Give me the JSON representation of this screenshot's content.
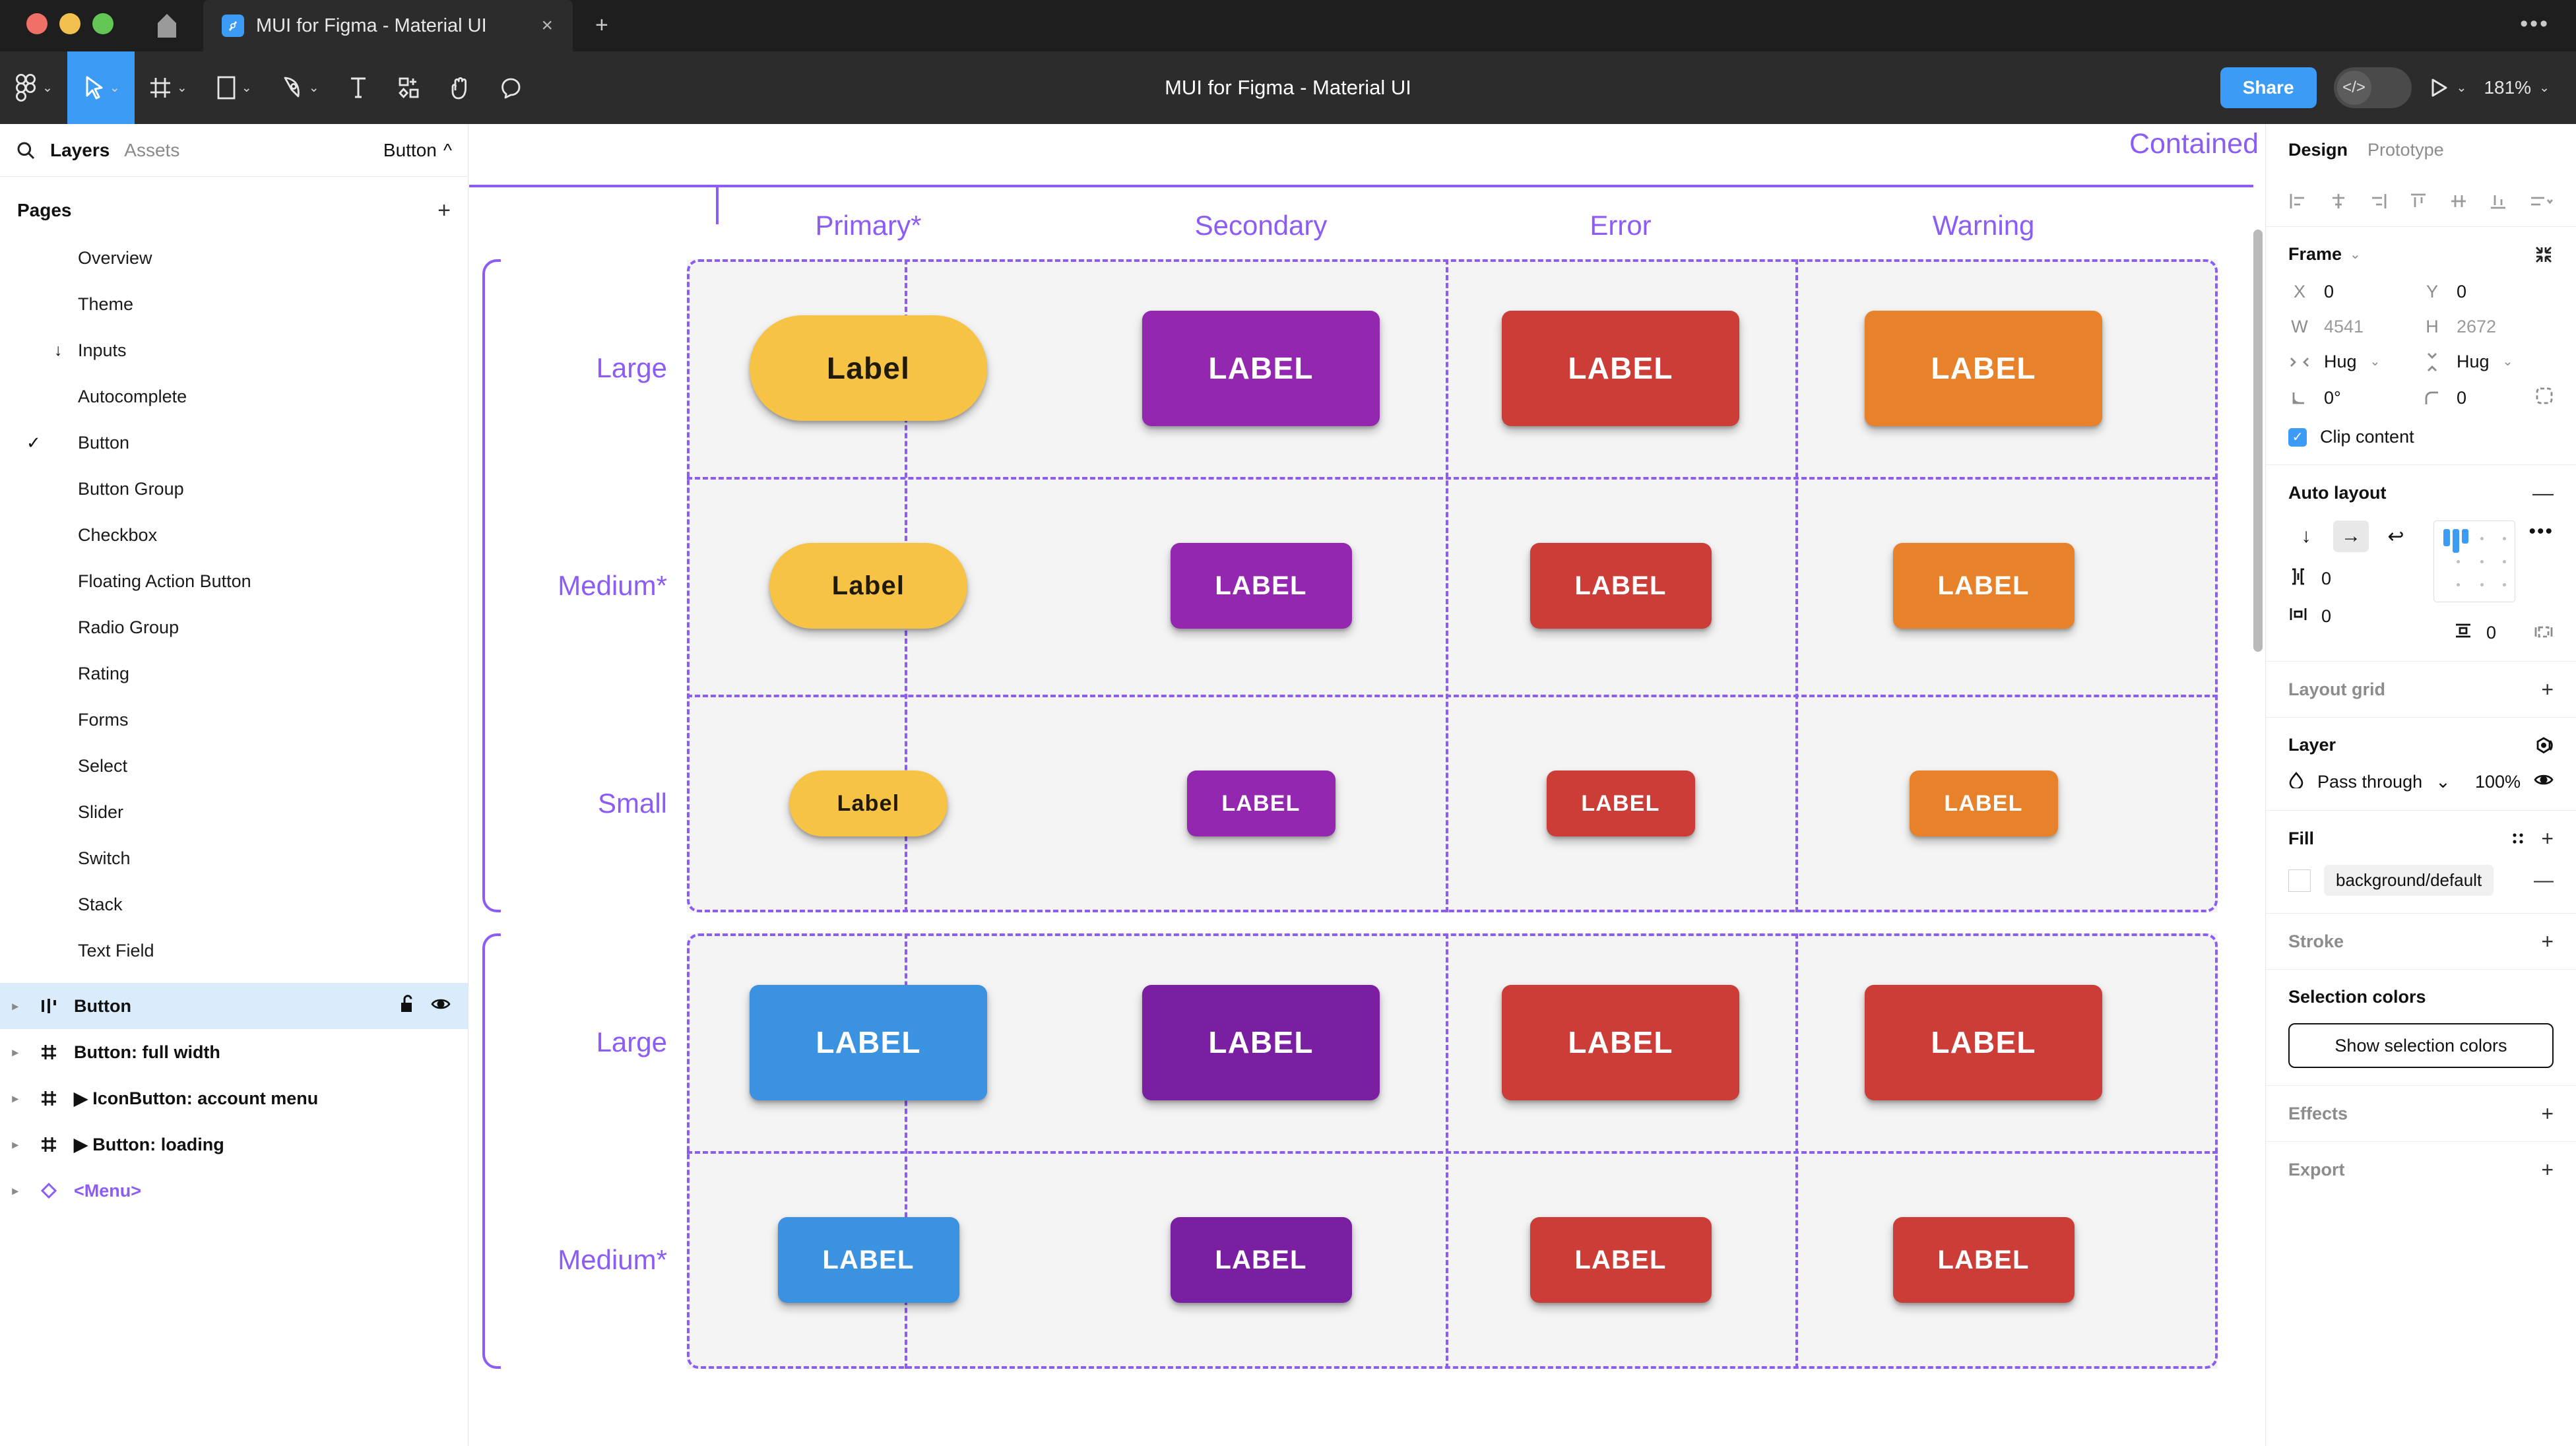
{
  "window": {
    "tab_title": "MUI for Figma - Material UI",
    "close_label": "×",
    "new_tab_label": "+",
    "overflow_label": "•••"
  },
  "toolbar": {
    "doc_title": "MUI for Figma - Material UI",
    "share_label": "Share",
    "zoom_level": "181%",
    "chevron": "⌄",
    "code_glyph": "</>"
  },
  "left_panel": {
    "tabs": [
      {
        "label": "Layers",
        "active": true
      },
      {
        "label": "Assets",
        "active": false
      }
    ],
    "selector_label": "Button",
    "selector_chevron": "^",
    "pages_title": "Pages",
    "pages_add": "+",
    "pages": [
      {
        "label": "Overview",
        "checked": false,
        "group": false
      },
      {
        "label": "Theme",
        "checked": false,
        "group": false
      },
      {
        "label": "Inputs",
        "checked": false,
        "group": true,
        "arrow": "↓"
      },
      {
        "label": "Autocomplete",
        "checked": false,
        "group": false
      },
      {
        "label": "Button",
        "checked": true,
        "group": false
      },
      {
        "label": "Button Group",
        "checked": false,
        "group": false
      },
      {
        "label": "Checkbox",
        "checked": false,
        "group": false
      },
      {
        "label": "Floating Action Button",
        "checked": false,
        "group": false
      },
      {
        "label": "Radio Group",
        "checked": false,
        "group": false
      },
      {
        "label": "Rating",
        "checked": false,
        "group": false
      },
      {
        "label": "Forms",
        "checked": false,
        "group": false
      },
      {
        "label": "Select",
        "checked": false,
        "group": false
      },
      {
        "label": "Slider",
        "checked": false,
        "group": false
      },
      {
        "label": "Switch",
        "checked": false,
        "group": false
      },
      {
        "label": "Stack",
        "checked": false,
        "group": false
      },
      {
        "label": "Text Field",
        "checked": false,
        "group": false
      }
    ],
    "layers": [
      {
        "label": "Button",
        "icon": "component-set-icon",
        "selected": true,
        "expandable": true,
        "locked_icon": "unlock-icon",
        "visible_icon": "eye-icon",
        "nested_caret": ""
      },
      {
        "label": "Button: full width",
        "icon": "frame-icon",
        "selected": false,
        "expandable": true,
        "nested_caret": ""
      },
      {
        "label": "IconButton: account menu",
        "icon": "frame-icon",
        "selected": false,
        "expandable": true,
        "nested_caret": "▶"
      },
      {
        "label": "Button: loading",
        "icon": "frame-icon",
        "selected": false,
        "expandable": true,
        "nested_caret": "▶"
      },
      {
        "label": "<Menu>",
        "icon": "component-instance-icon",
        "selected": false,
        "expandable": true,
        "nested_caret": "",
        "accent": "#8b5cf6"
      }
    ]
  },
  "canvas": {
    "frame_label": "Contained",
    "accent_color": "#8b5cf6",
    "cell_bg": "#f4f4f4",
    "columns": [
      "Primary*",
      "Secondary",
      "Error",
      "Warning"
    ],
    "groups": [
      {
        "rows": [
          "Large",
          "Medium*",
          "Small"
        ],
        "buttons": [
          [
            {
              "label": "Label",
              "bg": "#f6c344",
              "fg": "#211a06",
              "shape": "pill",
              "size": "large"
            },
            {
              "label": "LABEL",
              "bg": "#9427b0",
              "fg": "#ffffff",
              "shape": "rounded",
              "size": "large"
            },
            {
              "label": "LABEL",
              "bg": "#cc3d38",
              "fg": "#ffffff",
              "shape": "rounded",
              "size": "large"
            },
            {
              "label": "LABEL",
              "bg": "#e8822a",
              "fg": "#ffffff",
              "shape": "rounded",
              "size": "large"
            }
          ],
          [
            {
              "label": "Label",
              "bg": "#f6c344",
              "fg": "#211a06",
              "shape": "pill",
              "size": "medium"
            },
            {
              "label": "LABEL",
              "bg": "#9427b0",
              "fg": "#ffffff",
              "shape": "rounded",
              "size": "medium"
            },
            {
              "label": "LABEL",
              "bg": "#cc3d38",
              "fg": "#ffffff",
              "shape": "rounded",
              "size": "medium"
            },
            {
              "label": "LABEL",
              "bg": "#e8822a",
              "fg": "#ffffff",
              "shape": "rounded",
              "size": "medium"
            }
          ],
          [
            {
              "label": "Label",
              "bg": "#f6c344",
              "fg": "#211a06",
              "shape": "pill",
              "size": "small"
            },
            {
              "label": "LABEL",
              "bg": "#9427b0",
              "fg": "#ffffff",
              "shape": "rounded",
              "size": "small"
            },
            {
              "label": "LABEL",
              "bg": "#cc3d38",
              "fg": "#ffffff",
              "shape": "rounded",
              "size": "small"
            },
            {
              "label": "LABEL",
              "bg": "#e8822a",
              "fg": "#ffffff",
              "shape": "rounded",
              "size": "small"
            }
          ]
        ]
      },
      {
        "rows": [
          "Large",
          "Medium*"
        ],
        "buttons": [
          [
            {
              "label": "LABEL",
              "bg": "#3b92e0",
              "fg": "#ffffff",
              "shape": "rounded",
              "size": "large"
            },
            {
              "label": "LABEL",
              "bg": "#7b1fa2",
              "fg": "#ffffff",
              "shape": "rounded",
              "size": "large"
            },
            {
              "label": "LABEL",
              "bg": "#cc3d38",
              "fg": "#ffffff",
              "shape": "rounded",
              "size": "large"
            },
            {
              "label": "LABEL",
              "bg": "#cc3d38",
              "fg": "#ffffff",
              "shape": "rounded",
              "size": "large"
            }
          ],
          [
            {
              "label": "LABEL",
              "bg": "#3b92e0",
              "fg": "#ffffff",
              "shape": "rounded",
              "size": "medium"
            },
            {
              "label": "LABEL",
              "bg": "#7b1fa2",
              "fg": "#ffffff",
              "shape": "rounded",
              "size": "medium"
            },
            {
              "label": "LABEL",
              "bg": "#cc3d38",
              "fg": "#ffffff",
              "shape": "rounded",
              "size": "medium"
            },
            {
              "label": "LABEL",
              "bg": "#cc3d38",
              "fg": "#ffffff",
              "shape": "rounded",
              "size": "medium"
            }
          ]
        ]
      }
    ]
  },
  "right_panel": {
    "tabs": [
      {
        "label": "Design",
        "active": true
      },
      {
        "label": "Prototype",
        "active": false
      }
    ],
    "frame": {
      "title": "Frame",
      "chevron": "⌄",
      "x_label": "X",
      "x_value": "0",
      "y_label": "Y",
      "y_value": "0",
      "w_label": "W",
      "w_value": "4541",
      "h_label": "H",
      "h_value": "2672",
      "hug_horizontal": "Hug",
      "hug_vertical": "Hug",
      "rotation": "0°",
      "corner_radius": "0",
      "clip_content_label": "Clip content",
      "clip_content_checked": true
    },
    "auto_layout": {
      "title": "Auto layout",
      "remove": "—",
      "direction": "horizontal",
      "dir_vertical": "↓",
      "dir_horizontal": "→",
      "dir_wrap": "↩",
      "gap": "0",
      "padding_horizontal": "0",
      "padding_vertical": "0",
      "more": "•••"
    },
    "layout_grid": {
      "title": "Layout grid",
      "add": "+"
    },
    "layer": {
      "title": "Layer",
      "blend_mode": "Pass through",
      "opacity": "100%",
      "chevron": "⌄"
    },
    "fill": {
      "title": "Fill",
      "add": "+",
      "remove": "—",
      "style_name": "background/default",
      "swatch_color": "#ffffff"
    },
    "stroke": {
      "title": "Stroke",
      "add": "+"
    },
    "selection_colors": {
      "title": "Selection colors",
      "button_label": "Show selection colors"
    },
    "effects": {
      "title": "Effects",
      "add": "+"
    },
    "export": {
      "title": "Export",
      "add": "+"
    }
  }
}
